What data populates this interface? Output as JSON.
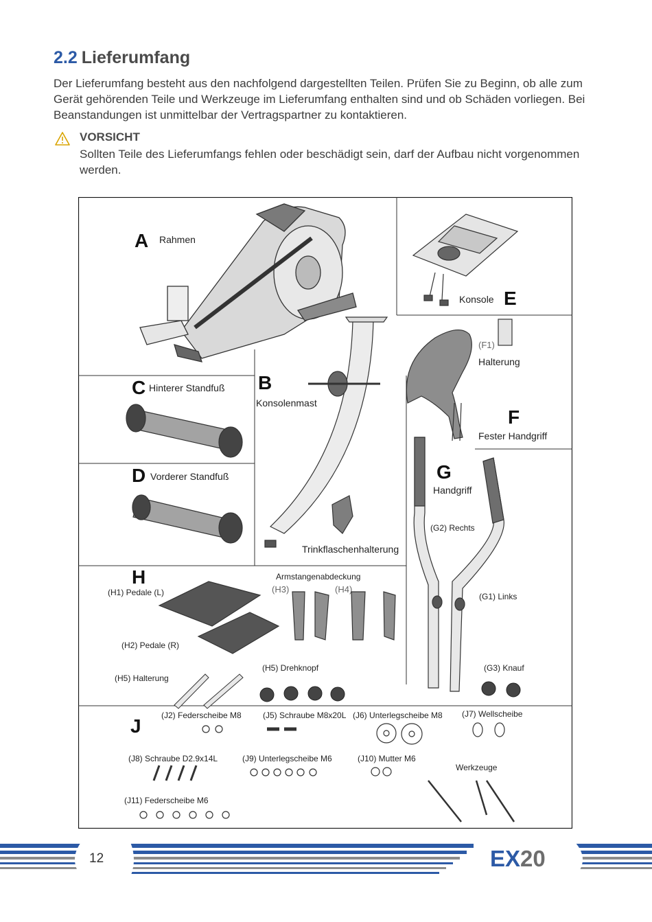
{
  "section": {
    "number": "2.2",
    "title": "Lieferumfang"
  },
  "intro": "Der Lieferumfang besteht aus den nachfolgend dargestellten Teilen. Prüfen Sie zu Beginn, ob alle zum Gerät gehörenden Teile und Werkzeuge im Lieferumfang enthalten sind und ob Schäden vorliegen. Bei Beanstandungen ist unmittelbar der Vertragspartner zu kontaktieren.",
  "caution": {
    "title": "VORSICHT",
    "text": "Sollten Teile des Lieferumfangs fehlen oder beschädigt sein, darf der Aufbau nicht vorgenommen werden."
  },
  "parts": {
    "A": {
      "letter": "A",
      "label": "Rahmen"
    },
    "B": {
      "letter": "B",
      "label": "Konsolenmast",
      "bottle": "Trinkflaschenhalterung"
    },
    "C": {
      "letter": "C",
      "label": "Hinterer Standfuß"
    },
    "D": {
      "letter": "D",
      "label": "Vorderer Standfuß"
    },
    "E": {
      "letter": "E",
      "label": "Konsole"
    },
    "F": {
      "letter": "F",
      "label": "Fester Handgriff",
      "f1": "(F1)",
      "f1_label": "Halterung"
    },
    "G": {
      "letter": "G",
      "label": "Handgriff",
      "g2": "(G2) Rechts",
      "g1": "(G1) Links",
      "g3": "(G3) Knauf"
    },
    "H": {
      "letter": "H",
      "h1": "(H1) Pedale (L)",
      "h2": "(H2) Pedale (R)",
      "cover": "Armstangenabdeckung",
      "h3": "(H3)",
      "h4": "(H4)",
      "h5_knob": "(H5) Drehknopf",
      "h5_holder": "(H5) Halterung"
    },
    "J": {
      "letter": "J",
      "j2": "(J2) Federscheibe M8",
      "j5": "(J5) Schraube M8x20L",
      "j6": "(J6) Unterlegscheibe M8",
      "j7": "(J7) Wellscheibe",
      "j8": "(J8) Schraube D2.9x14L",
      "j9": "(J9) Unterlegscheibe M6",
      "j10": "(J10) Mutter M6",
      "j11": "(J11) Federscheibe M6",
      "tools": "Werkzeuge"
    }
  },
  "footer": {
    "page": "12",
    "model_prefix": "EX",
    "model_number": "20"
  },
  "colors": {
    "accent": "#2c5aa6",
    "text": "#3b3b3b",
    "caution": "#d9a400"
  }
}
